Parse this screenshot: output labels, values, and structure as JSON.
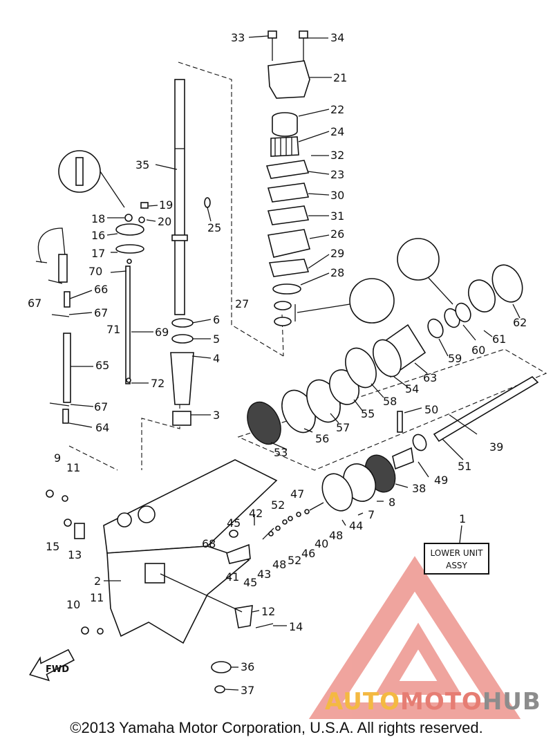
{
  "diagram": {
    "assembly_label_line1": "LOWER UNIT",
    "assembly_label_line2": "ASSY",
    "direction_marker": "FWD",
    "callouts": [
      "1",
      "2",
      "3",
      "4",
      "5",
      "6",
      "7",
      "8",
      "9",
      "10",
      "11",
      "11",
      "12",
      "13",
      "14",
      "15",
      "16",
      "17",
      "18",
      "19",
      "20",
      "21",
      "22",
      "23",
      "24",
      "25",
      "26",
      "27",
      "28",
      "29",
      "30",
      "31",
      "32",
      "33",
      "34",
      "35",
      "36",
      "37",
      "38",
      "39",
      "40",
      "41",
      "42",
      "43",
      "44",
      "45",
      "45",
      "46",
      "47",
      "48",
      "48",
      "49",
      "50",
      "51",
      "52",
      "52",
      "53",
      "54",
      "55",
      "56",
      "57",
      "58",
      "59",
      "60",
      "61",
      "62",
      "63",
      "64",
      "65",
      "66",
      "67",
      "67",
      "67",
      "68",
      "69",
      "70",
      "71",
      "72"
    ]
  },
  "watermark": {
    "brand_part1": "AUTO",
    "brand_part2": "MOTO",
    "brand_part3": "HUB",
    "colors": {
      "auto": "#f4b942",
      "moto": "#e67d73",
      "hub": "#8c8c8c",
      "triangle": "#e35a4f"
    }
  },
  "footer": {
    "copyright": "©2013 Yamaha Motor Corporation, U.S.A. All rights reserved."
  }
}
